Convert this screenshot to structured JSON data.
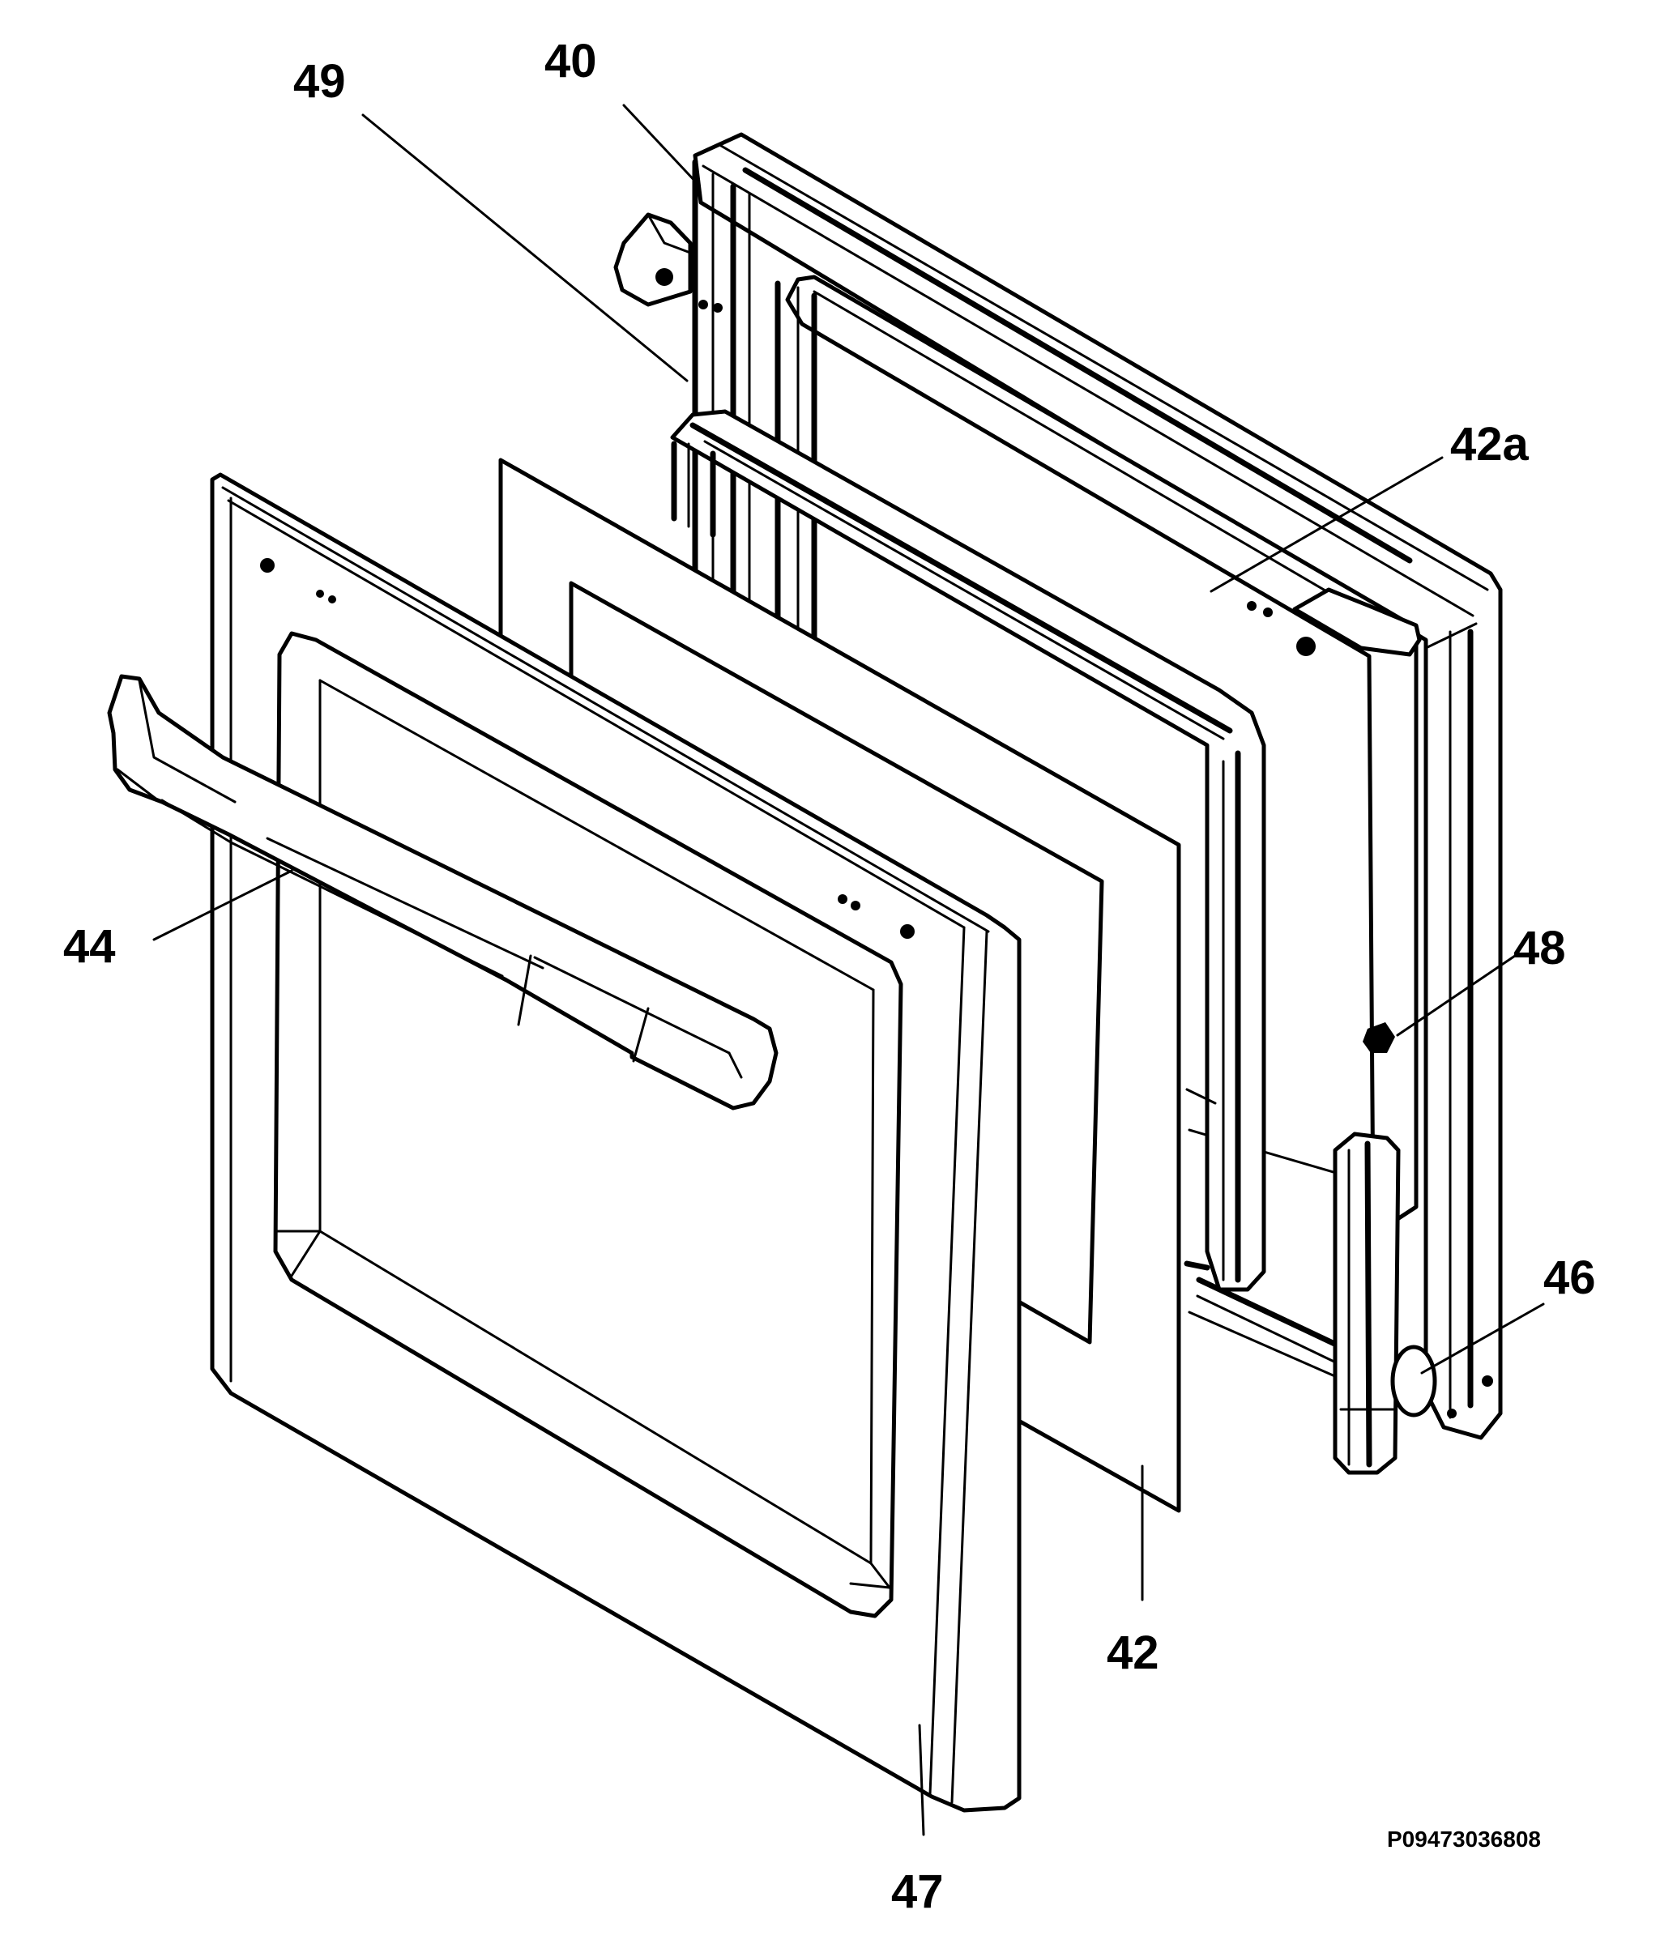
{
  "labels": {
    "l40": "40",
    "l49": "49",
    "l42a": "42a",
    "l44": "44",
    "l48": "48",
    "l46": "46",
    "l42": "42",
    "l47": "47"
  },
  "reference_code": "P09473036808"
}
